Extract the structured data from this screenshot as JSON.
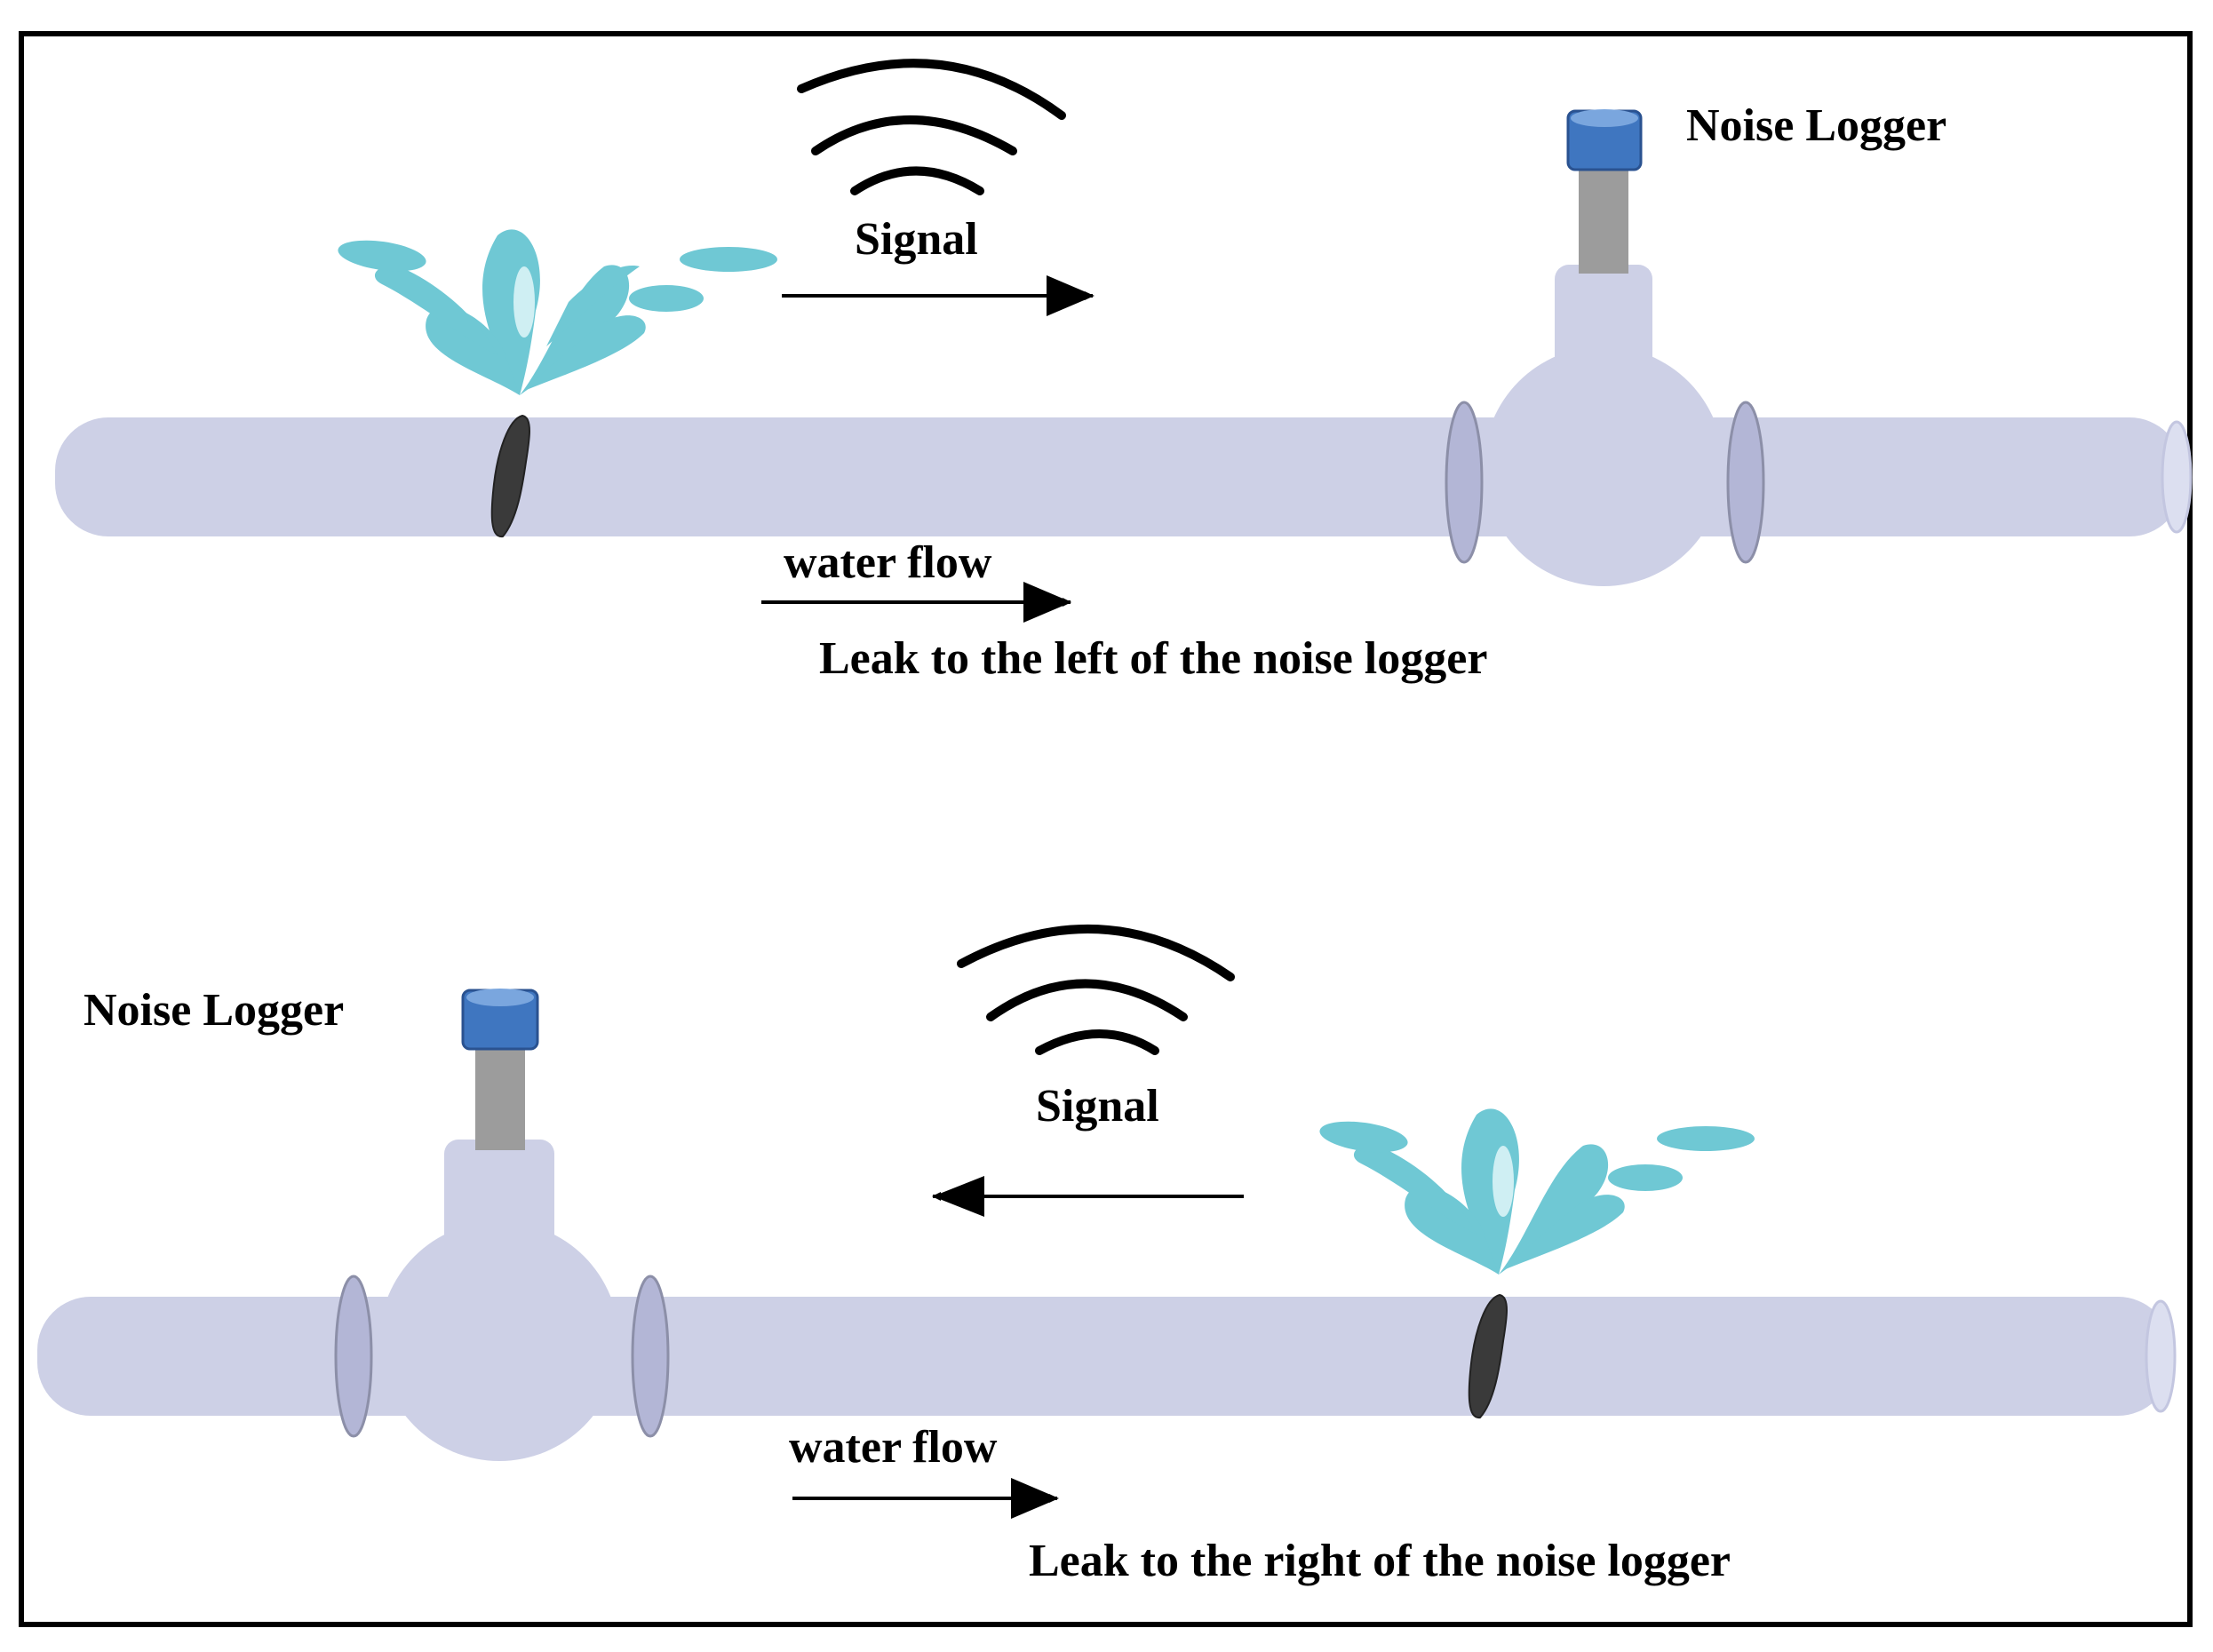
{
  "top_panel": {
    "logger_label": "Noise Logger",
    "signal_label": "Signal",
    "flow_label": "water flow",
    "caption": "Leak to the left of the noise logger"
  },
  "bottom_panel": {
    "logger_label": "Noise Logger",
    "signal_label": "Signal",
    "flow_label": "water flow",
    "caption": "Leak to the right of the noise logger"
  },
  "colors": {
    "pipe": "#cdd0e6",
    "pipe_edge": "#b6b9d8",
    "flange": "#b3b6d6",
    "water": "#6fc8d4",
    "water_light": "#cfeff3",
    "crack": "#3a3a3a",
    "logger_cap": "#3f76c0",
    "logger_stem": "#9c9c9c"
  }
}
